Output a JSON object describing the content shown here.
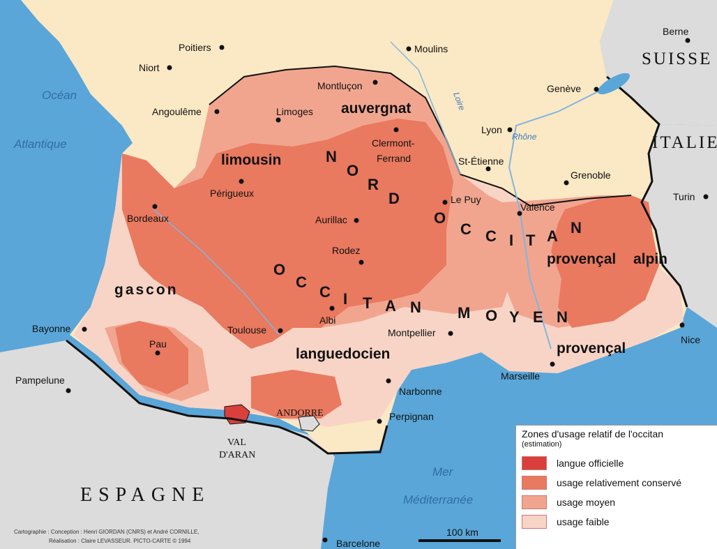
{
  "colors": {
    "sea": "#5aa6d8",
    "land_france": "#fbe8c4",
    "land_foreign": "#dcdcdc",
    "official": "#d9403b",
    "conserved": "#e9795f",
    "medium": "#f1a58f",
    "weak": "#f8d4c6",
    "border": "#111111"
  },
  "seas": {
    "ocean_line1": "Océan",
    "ocean_line2": "Atlantique",
    "med_line1": "Mer",
    "med_line2": "Méditerranée"
  },
  "countries": {
    "suisse": "SUISSE",
    "italie": "ITALIE",
    "espagne": "ESPAGNE",
    "andorre": "ANDORRE"
  },
  "val_aran": {
    "line1": "VAL",
    "line2": "D'ARAN"
  },
  "rivers": {
    "loire": "Loire",
    "rhone": "Rhône"
  },
  "cities": {
    "poitiers": "Poitiers",
    "niort": "Niort",
    "angouleme": "Angoulême",
    "limoges": "Limoges",
    "montlucon": "Montluçon",
    "moulins": "Moulins",
    "berne": "Berne",
    "geneve": "Genève",
    "lyon": "Lyon",
    "clermont_1": "Clermont-",
    "clermont_2": "Ferrand",
    "st_etienne": "St-Étienne",
    "grenoble": "Grenoble",
    "turin": "Turin",
    "perigueux": "Périgueux",
    "bordeaux": "Bordeaux",
    "le_puy": "Le Puy",
    "valence": "Valence",
    "aurillac": "Aurillac",
    "rodez": "Rodez",
    "albi": "Albi",
    "toulouse": "Toulouse",
    "montpellier": "Montpellier",
    "bayonne": "Bayonne",
    "pau": "Pau",
    "nice": "Nice",
    "marseille": "Marseille",
    "narbonne": "Narbonne",
    "perpignan": "Perpignan",
    "pampelune": "Pampelune",
    "barcelone": "Barcelone"
  },
  "dialects": {
    "auvergnat": "auvergnat",
    "limousin": "limousin",
    "gascon": "gascon",
    "languedocien": "languedocien",
    "provencal_north": "provençal",
    "alpin": "alpin",
    "provencal_south": "provençal"
  },
  "zones": {
    "nord": [
      "N",
      "O",
      "R",
      "D"
    ],
    "occitan_upper": [
      "O",
      "C",
      "C",
      "I",
      "T",
      "A",
      "N"
    ],
    "occitan_lower": [
      "O",
      "C",
      "C",
      "I",
      "T",
      "A",
      "N"
    ],
    "moyen": [
      "M",
      "O",
      "Y",
      "E",
      "N"
    ]
  },
  "scale": {
    "label": "100 km"
  },
  "credits": {
    "line1": "Cartographie : Conception : Henri GIORDAN (CNRS) et André CORNILLE,",
    "line2": "Réalisation : Claire LEVASSEUR. PICTO-CARTE © 1994"
  },
  "legend": {
    "title": "Zones d'usage relatif de l'occitan",
    "subtitle": "(estimation)",
    "items": [
      {
        "label": "langue officielle",
        "color": "#d9403b"
      },
      {
        "label": "usage relativement conservé",
        "color": "#e9795f"
      },
      {
        "label": "usage moyen",
        "color": "#f1a58f"
      },
      {
        "label": "usage faible",
        "color": "#f8d4c6"
      }
    ]
  }
}
